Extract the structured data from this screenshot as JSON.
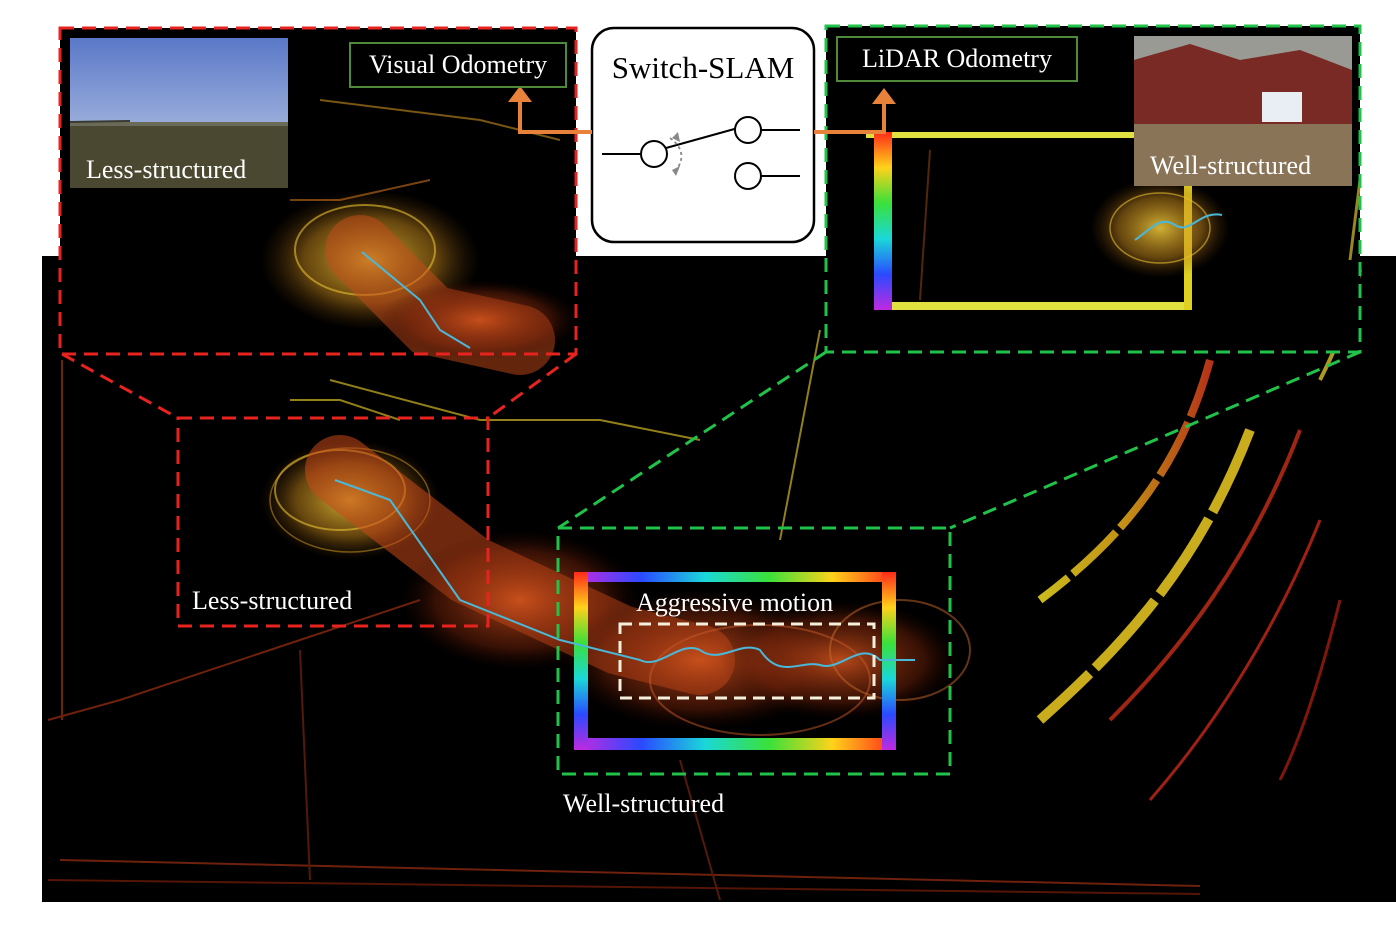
{
  "labels": {
    "switch_slam": "Switch-SLAM",
    "visual_odometry": "Visual Odometry",
    "lidar_odometry": "LiDAR Odometry",
    "less_structured_inset": "Less-structured",
    "well_structured_inset": "Well-structured",
    "less_structured_main": "Less-structured",
    "well_structured_main": "Well-structured",
    "aggressive_motion": "Aggressive motion"
  },
  "colors": {
    "red_box": "#e8231f",
    "green_box": "#21c24a",
    "orange_arrow": "#e8823a",
    "white_box": "#f5f0dc",
    "trajectory": "#4ab8d8",
    "odometry_box_border": "#4f8a3a"
  },
  "icons": [
    "switch-icon",
    "curved-arrow-icon",
    "camera-view-field",
    "camera-view-barn"
  ]
}
